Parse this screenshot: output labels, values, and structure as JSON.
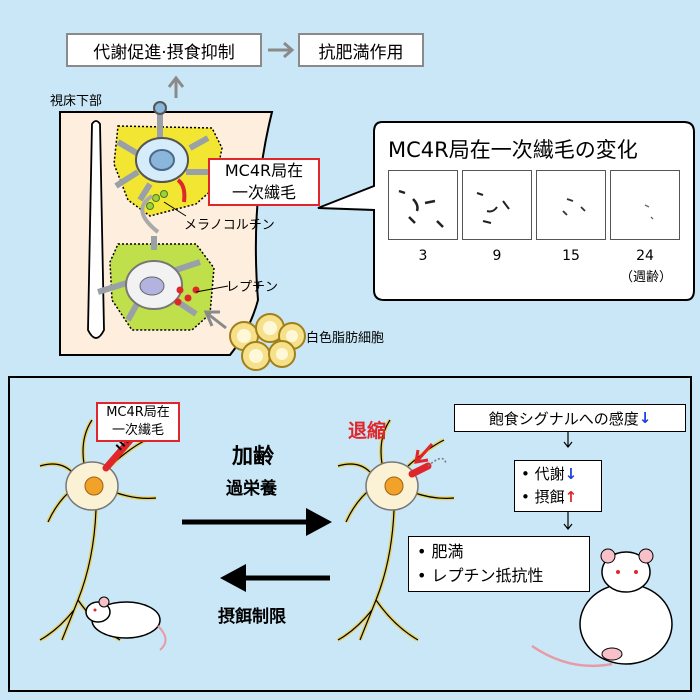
{
  "top": {
    "box_metabolism": "代謝促進·摂食抑制",
    "box_antiobesity": "抗肥満作用",
    "hypothalamus_label": "視床下部",
    "cilia_box": [
      "MC4R局在",
      "一次繊毛"
    ],
    "melanocortin_label": "メラノコルチン",
    "leptin_label": "レプチン",
    "fat_label": "白色脂肪細胞"
  },
  "bubble": {
    "title": "MC4R局在一次繊毛の変化",
    "ages": [
      "3",
      "9",
      "15",
      "24"
    ],
    "age_unit": "（週齢）"
  },
  "bottom": {
    "cilia_box": [
      "MC4R局在",
      "一次繊毛"
    ],
    "aging": "加齢",
    "overnutrition": "過栄養",
    "restriction": "摂餌制限",
    "retraction": "退縮",
    "satiety_prefix": "飽食シグナルへの感度",
    "satiety_arrow": "↓",
    "effects": [
      {
        "text": "• 代謝",
        "arrow": "↓",
        "arrow_color": "#1d3fe0"
      },
      {
        "text": "• 摂餌",
        "arrow": "↑",
        "arrow_color": "#e0262b"
      }
    ],
    "outcomes": [
      "• 肥満",
      "• レプチン抵抗性"
    ]
  },
  "colors": {
    "background": "#c9e7f6",
    "red": "#e0262b",
    "blue": "#1d3fe0",
    "yellow_region": "#f2e632",
    "green_region": "#bfe04a",
    "tissue": "#fdeedd"
  }
}
